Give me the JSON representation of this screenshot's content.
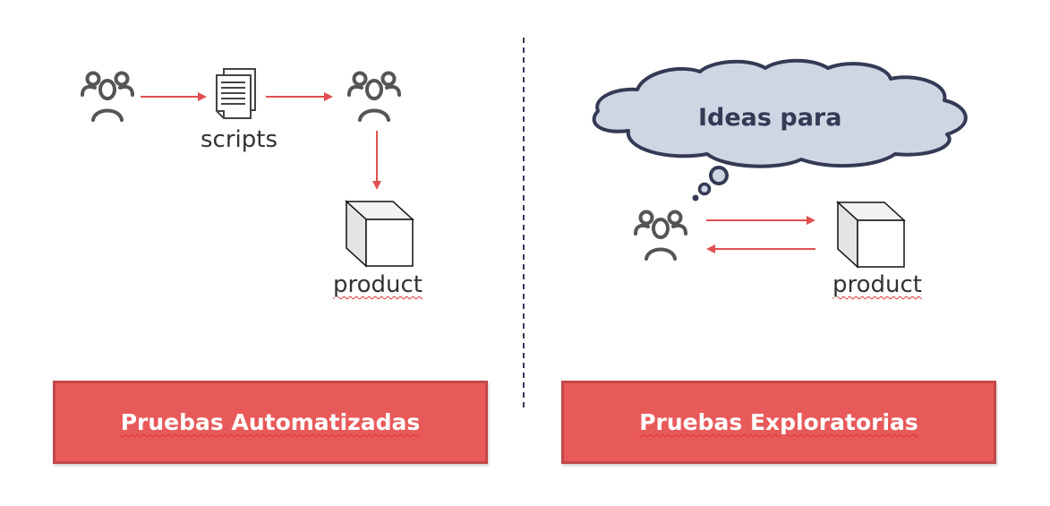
{
  "left": {
    "scripts_label": "scripts",
    "product_label": "product",
    "button_label": "Pruebas Automatizadas"
  },
  "right": {
    "cloud_text": "Ideas para",
    "product_label": "product",
    "button_label": "Pruebas Exploratorias"
  },
  "colors": {
    "accent": "#e85a5a",
    "arrow": "#e05050",
    "cloud_fill": "#d0d5e4",
    "cloud_stroke": "#343a55"
  }
}
